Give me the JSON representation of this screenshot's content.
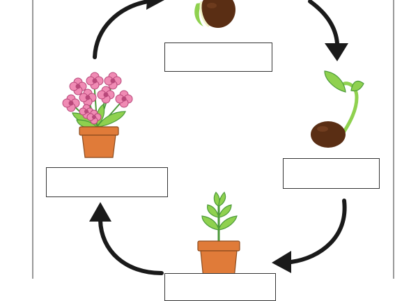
{
  "diagram": {
    "stages": [
      {
        "id": "seed",
        "illustration": "seed-icon",
        "label": ""
      },
      {
        "id": "sprout",
        "illustration": "sprouting-seed-icon",
        "label": ""
      },
      {
        "id": "seedling",
        "illustration": "potted-seedling-icon",
        "label": ""
      },
      {
        "id": "flowering-plant",
        "illustration": "potted-flowering-plant-icon",
        "label": ""
      }
    ],
    "flow_direction": "clockwise",
    "colors": {
      "arrow": "#1a1a1a",
      "seed": "#5a2e14",
      "leaf": "#8fd14f",
      "leaf_dark": "#4c9a3a",
      "pot": "#e07b39",
      "petal": "#f08bb4"
    }
  }
}
